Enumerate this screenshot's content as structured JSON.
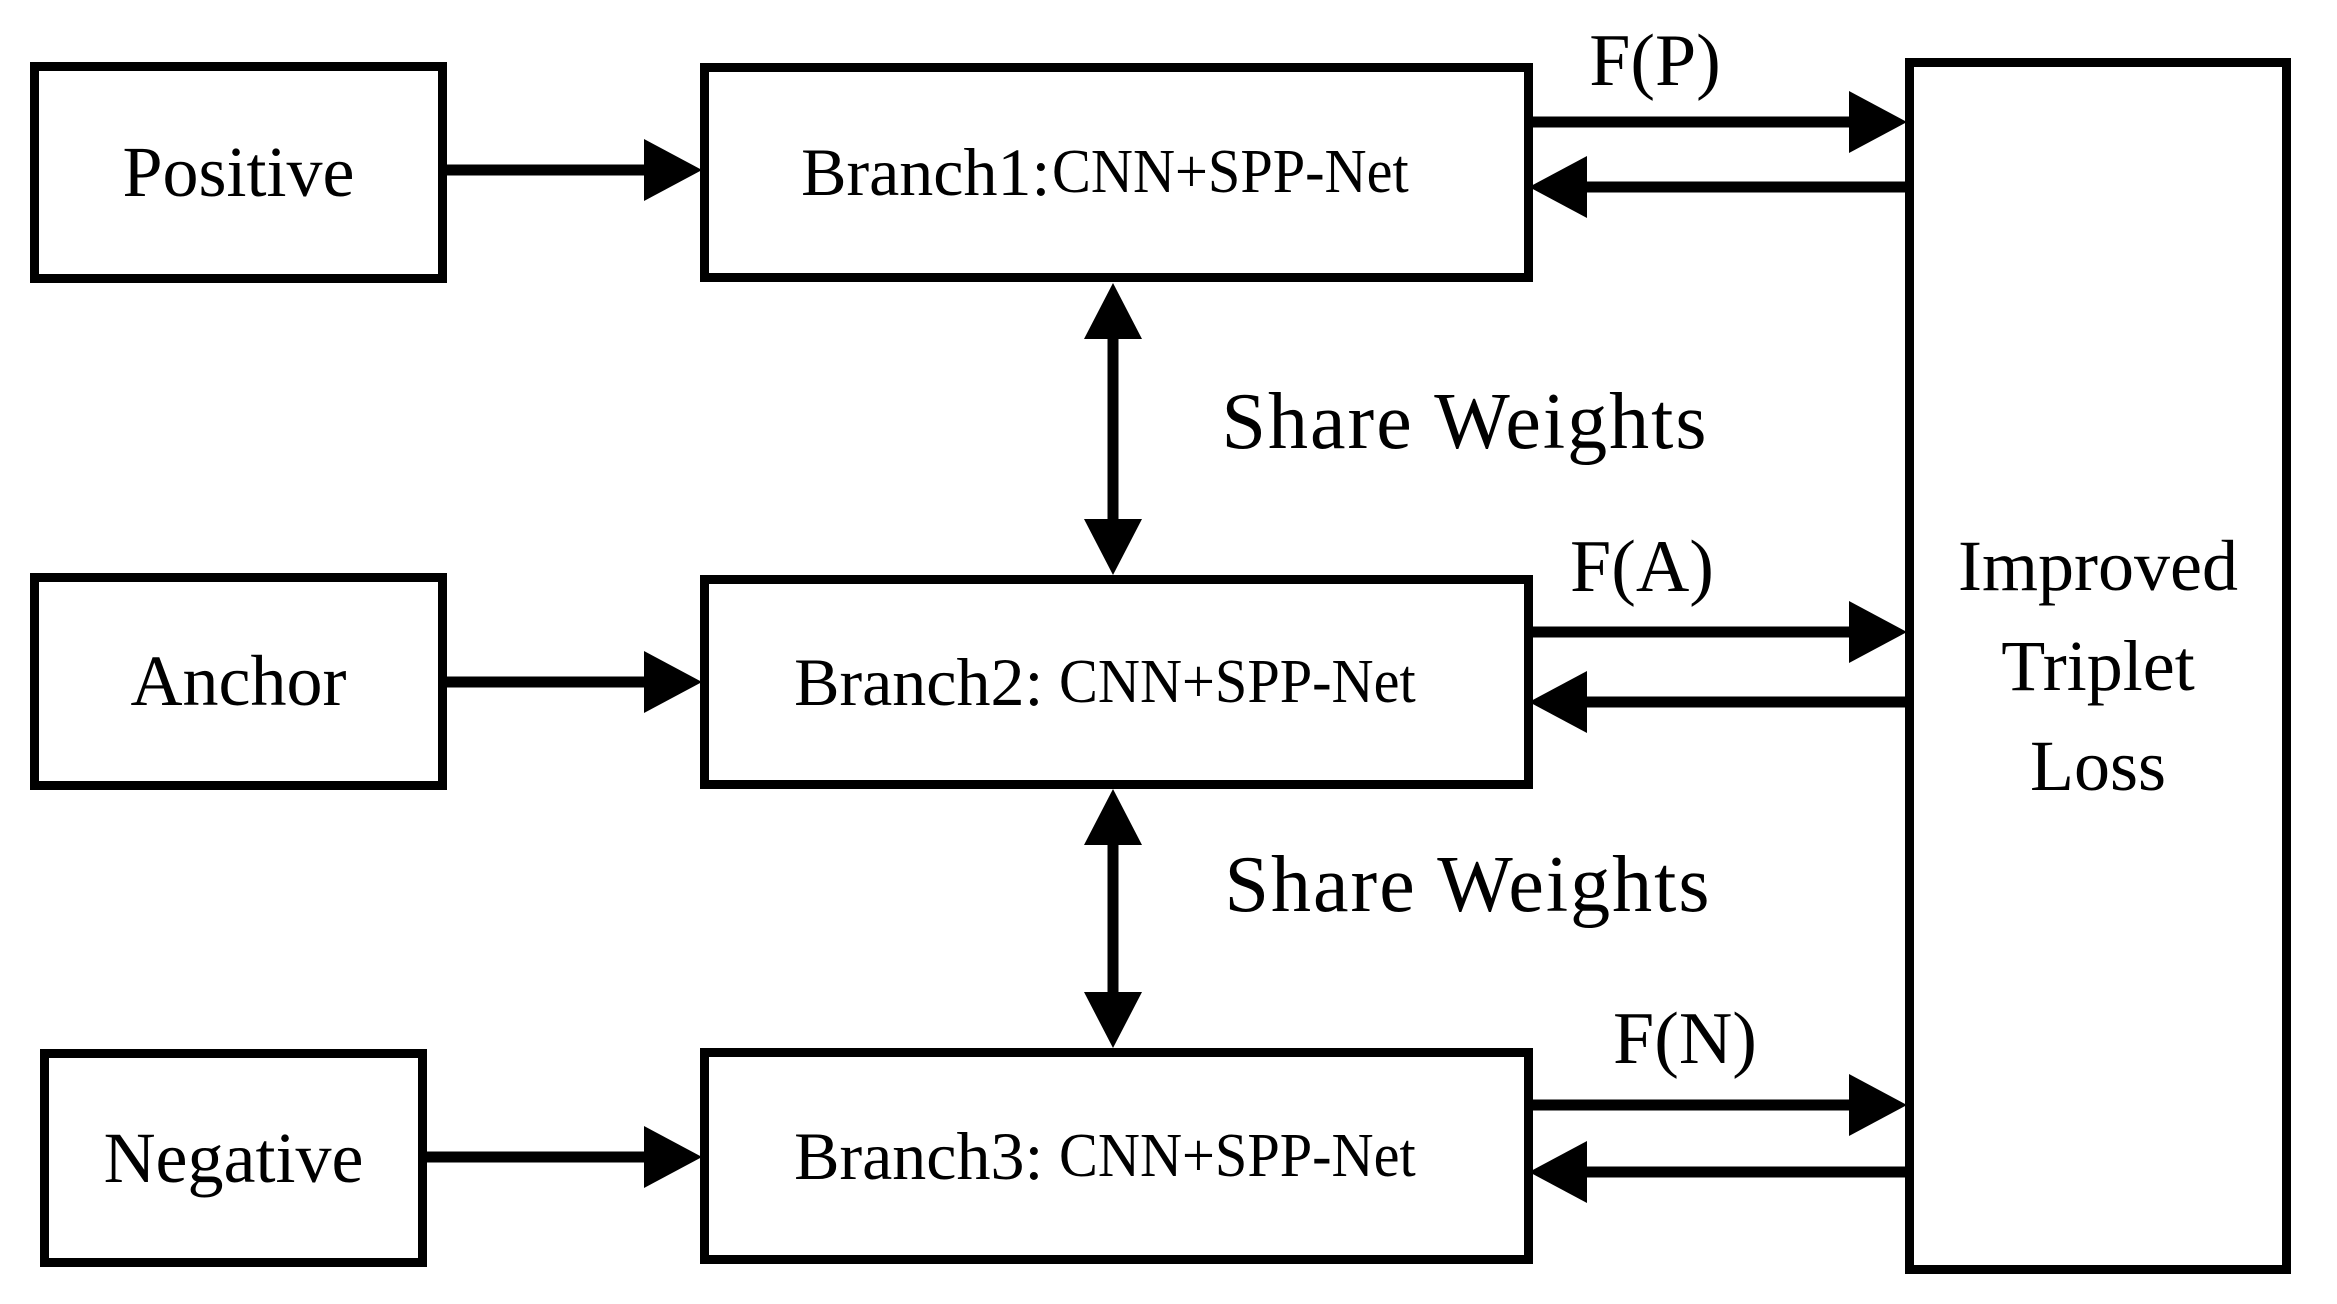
{
  "colors": {
    "ink": "#000000",
    "background": "#ffffff"
  },
  "boxes": {
    "positive": {
      "label": "Positive"
    },
    "anchor": {
      "label": "Anchor"
    },
    "negative": {
      "label": "Negative"
    },
    "branch1": {
      "title": "Branch1:",
      "net": "CNN+SPP-Net"
    },
    "branch2": {
      "title": "Branch2:",
      "net": "CNN+SPP-Net"
    },
    "branch3": {
      "title": "Branch3:",
      "net": "CNN+SPP-Net"
    },
    "loss": {
      "line1": "Improved",
      "line2": "Triplet",
      "line3": "Loss"
    }
  },
  "labels": {
    "fp": "F(P)",
    "fa": "F(A)",
    "fn": "F(N)",
    "share_weights_top": "Share Weights",
    "share_weights_bottom": "Share Weights"
  }
}
